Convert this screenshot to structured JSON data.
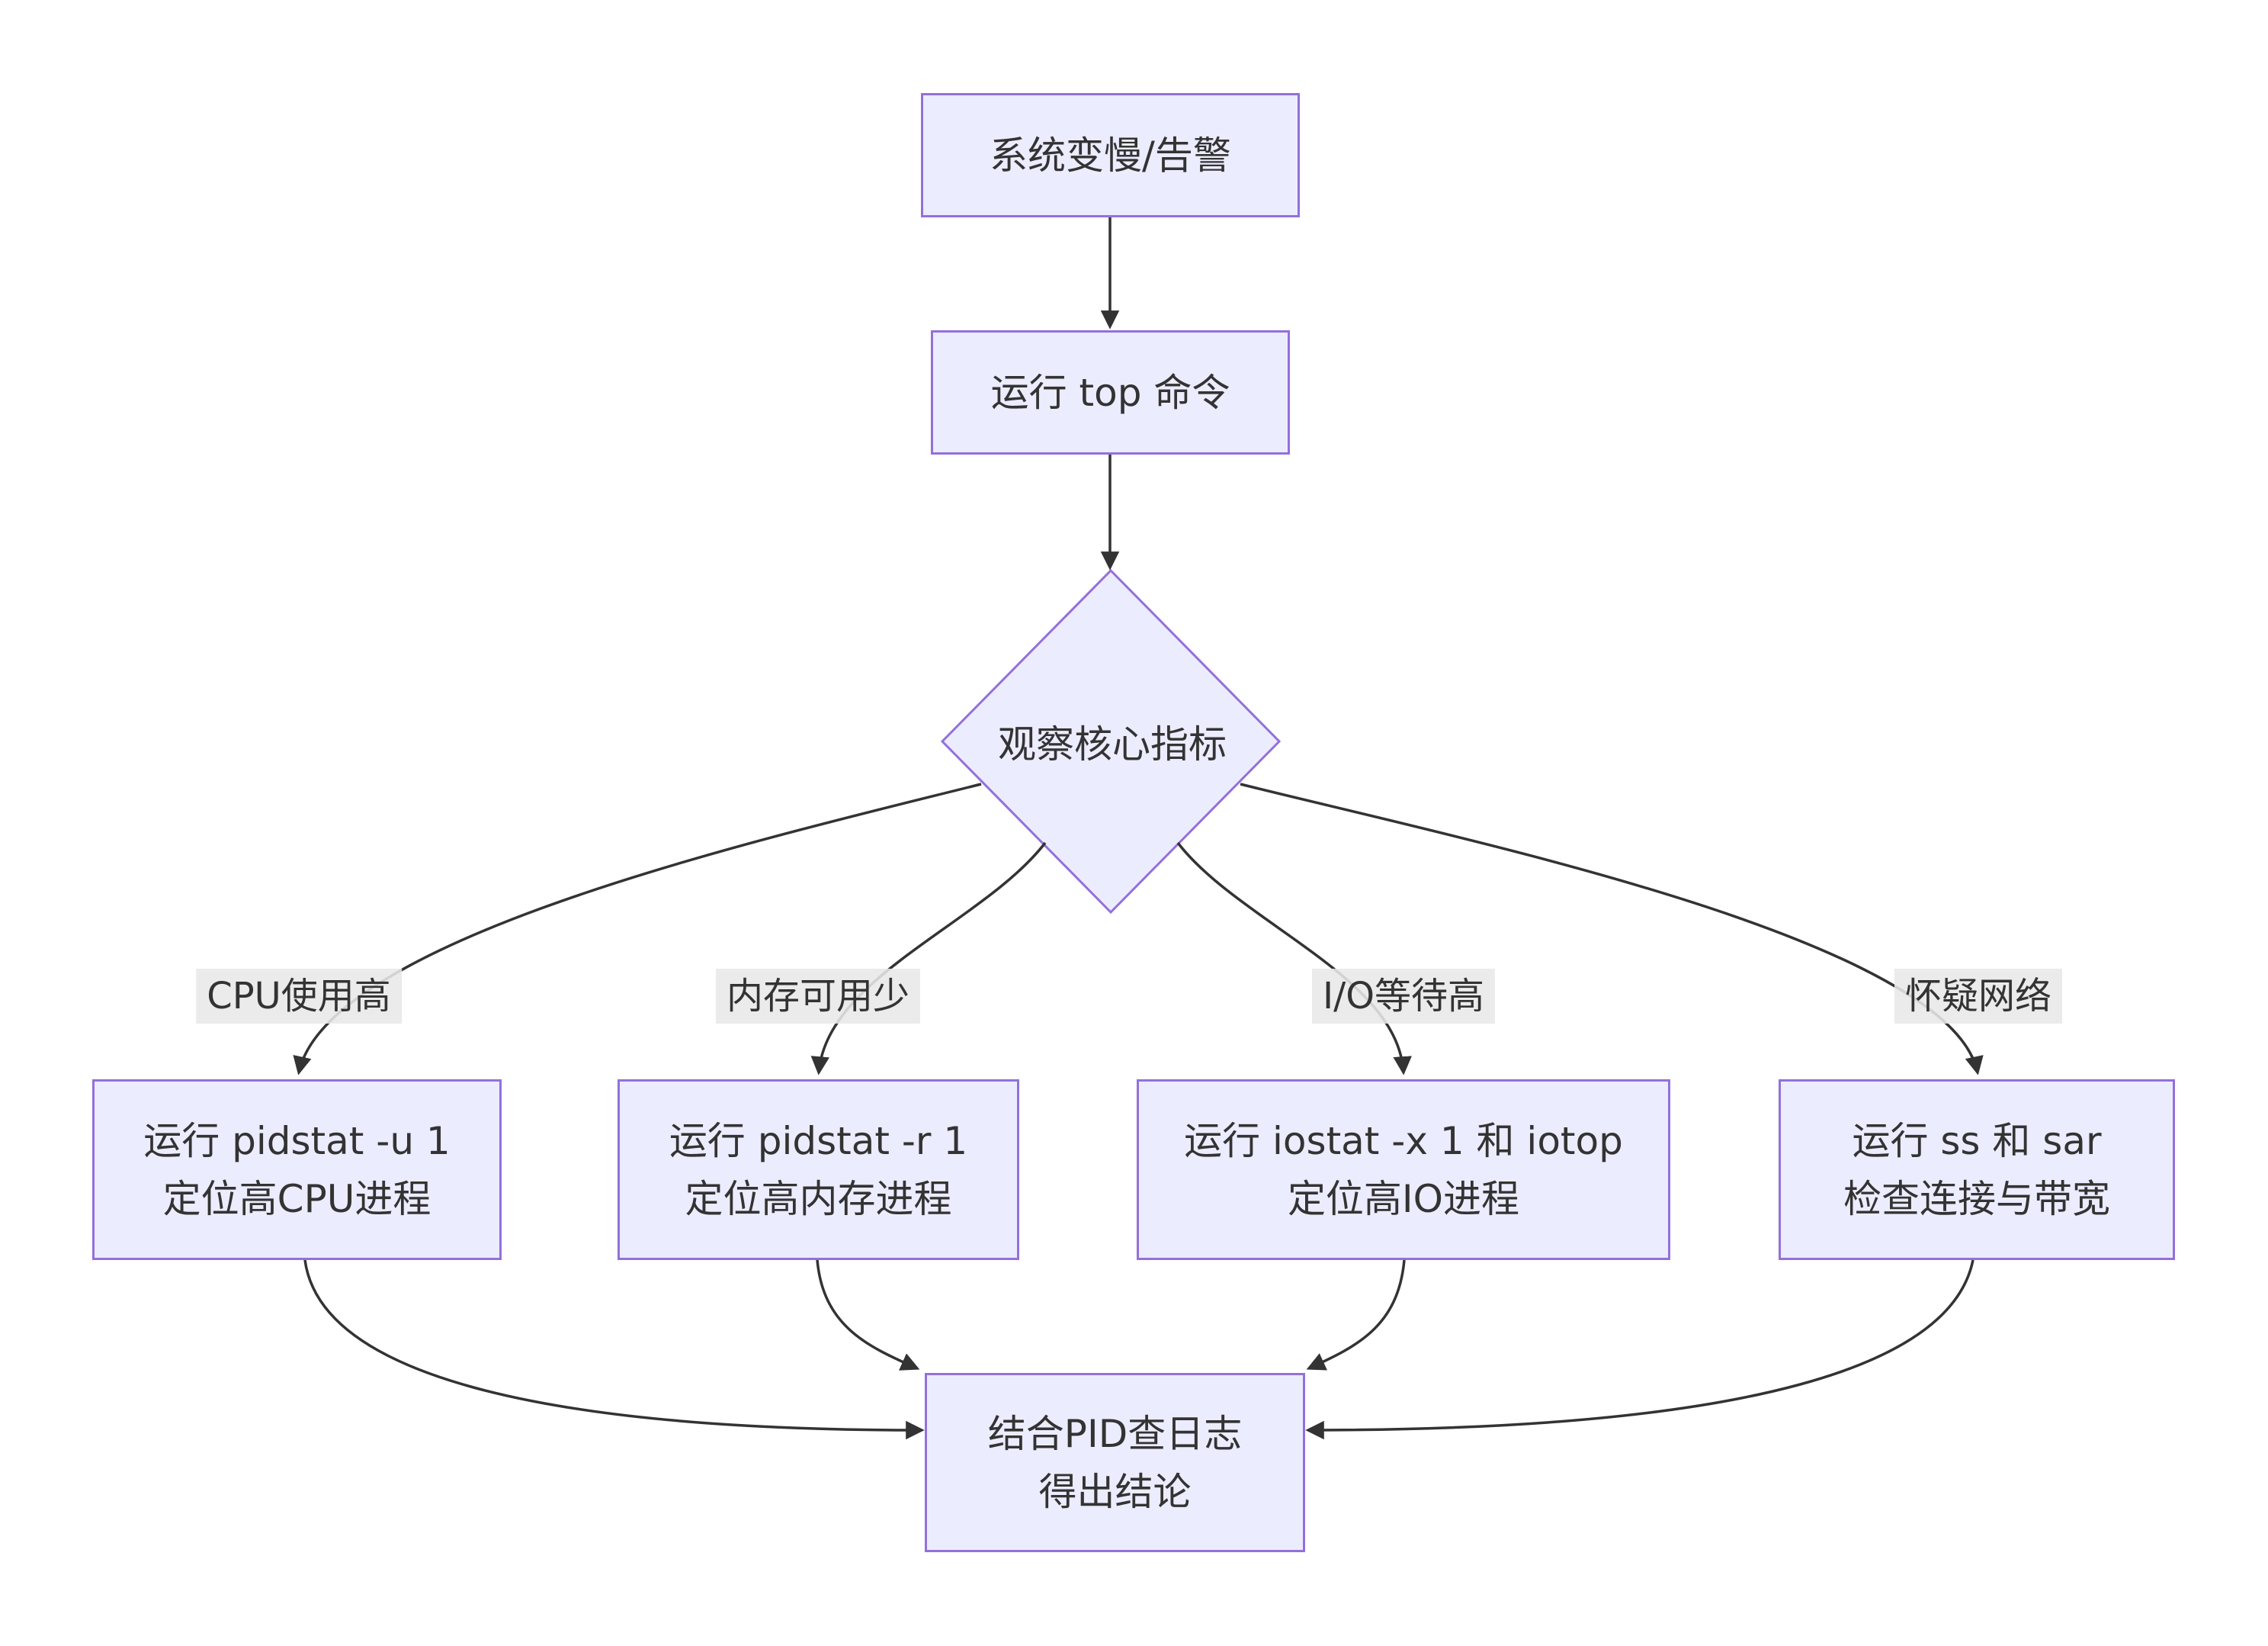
{
  "diagram": {
    "type": "flowchart-top-down",
    "colors": {
      "canvasBg": "#ffffff",
      "nodeFill": "#ECECFF",
      "nodeBorder": "#9370DB",
      "edgeStroke": "#333333",
      "textColor": "#333333",
      "labelBg": "#e8e8e8"
    },
    "nodes": {
      "alert": "系统变慢/告警",
      "runTop": "运行 top 命令",
      "decision": "观察核心指标",
      "cpu": [
        "运行 pidstat -u 1",
        "定位高CPU进程"
      ],
      "memory": [
        "运行 pidstat -r 1",
        "定位高内存进程"
      ],
      "io": [
        "运行 iostat -x 1 和 iotop",
        "定位高IO进程"
      ],
      "network": [
        "运行 ss 和 sar",
        "检查连接与带宽"
      ],
      "conclusion": [
        "结合PID查日志",
        "得出结论"
      ]
    },
    "edge_labels": {
      "cpu": "CPU使用高",
      "memory": "内存可用少",
      "io": "I/O等待高",
      "network": "怀疑网络"
    }
  }
}
